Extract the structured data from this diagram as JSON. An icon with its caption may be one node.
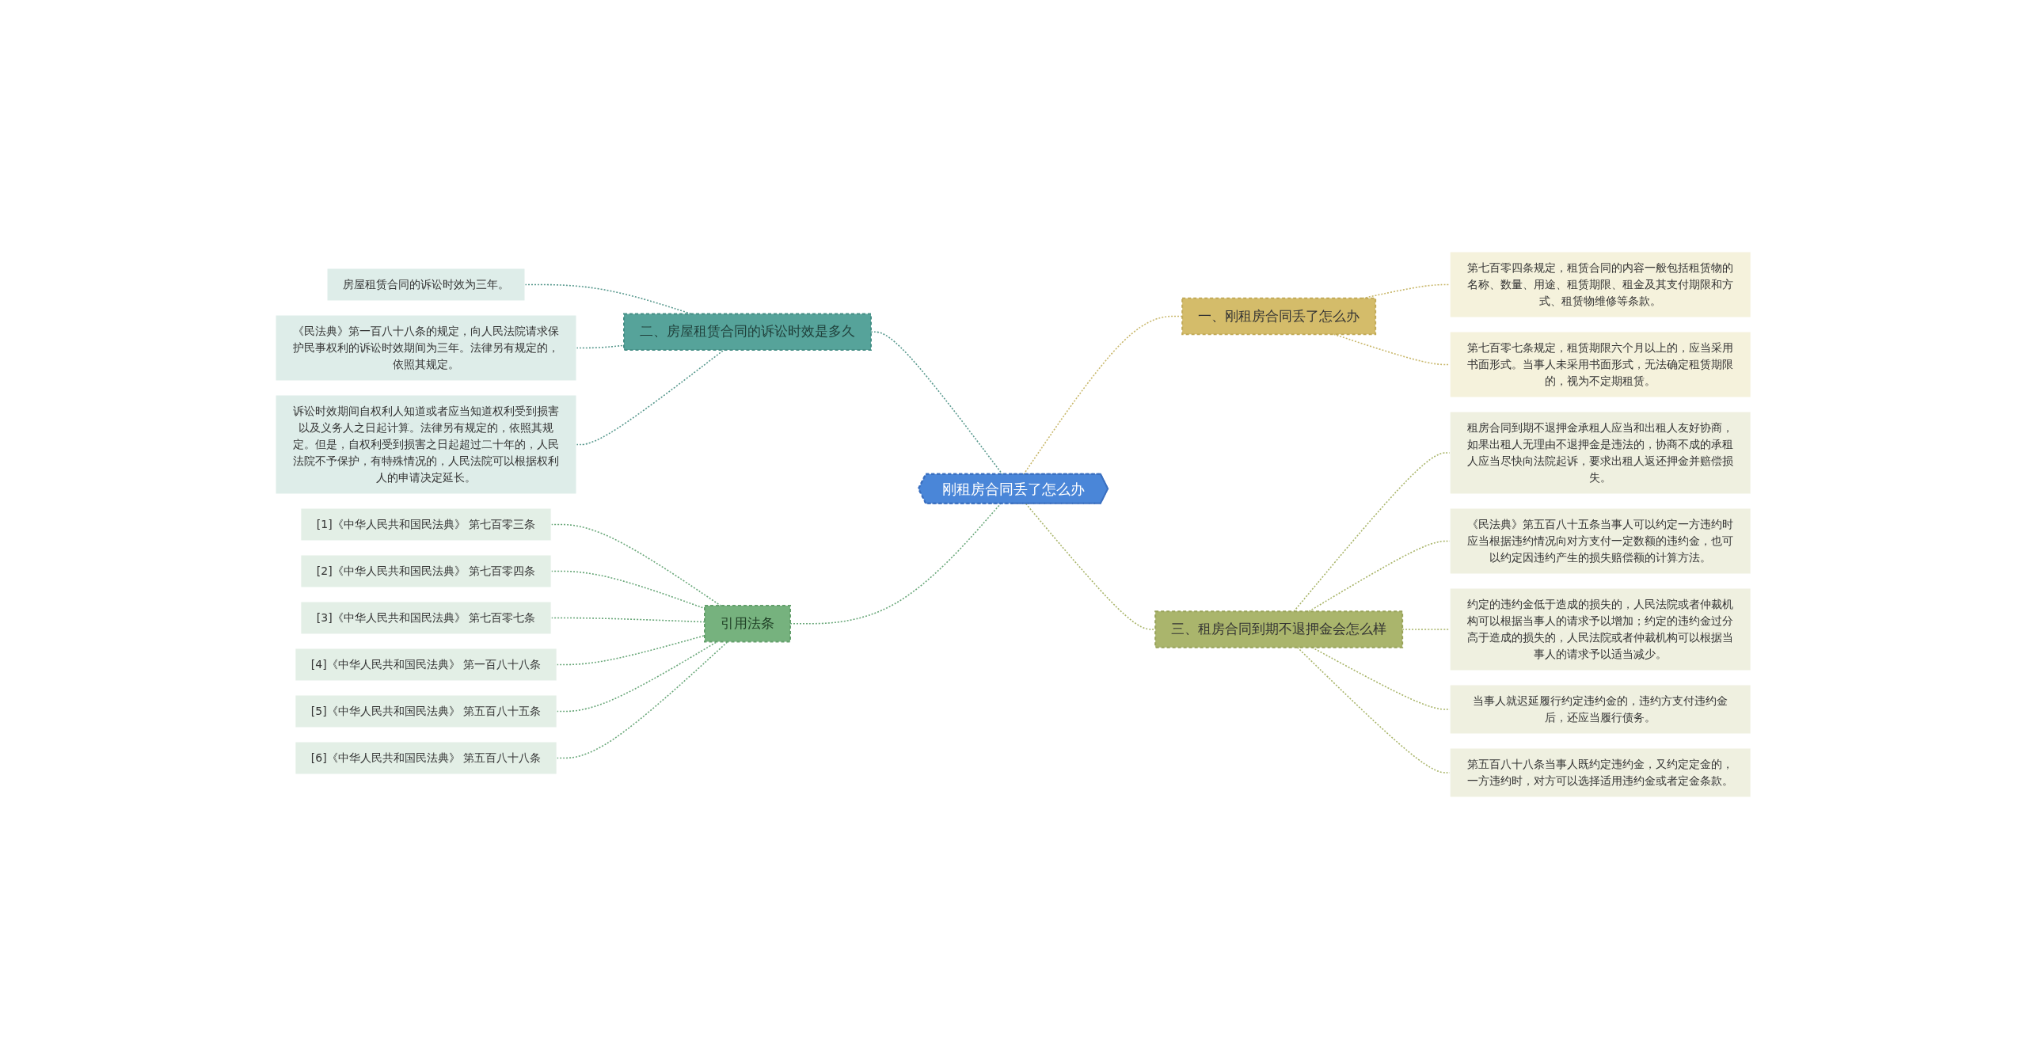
{
  "diagram": {
    "nodes": [
      {
        "text": [
          "刚租房合同丢了怎么办"
        ]
      },
      {
        "text": [
          "一、刚租房合同丢了怎么办"
        ]
      },
      {
        "text": [
          "第七百零四条规定，租赁合同的内容一般包括租赁物的名称、数量、用途、租赁期限、租金及其支付期限和方式、租赁物维修等条款。"
        ]
      },
      {
        "text": [
          "第七百零七条规定，租赁期限六个月以上的，应当采用书面形式。当事人未采用书面形式，无法确定租赁期限的，视为不定期租赁。"
        ]
      },
      {
        "text": [
          "二、房屋租赁合同的诉讼时效是多久"
        ]
      },
      {
        "text": [
          "房屋租赁合同的诉讼时效为三年。"
        ]
      },
      {
        "text": [
          "《民法典》第一百八十八条的规定，向人民法院请求保护民事权利的诉讼时效期间为三年。法律另有规定的，依照其规定。"
        ]
      },
      {
        "text": [
          "诉讼时效期间自权利人知道或者应当知道权利受到损害以及义务人之日起计算。法律另有规定的，依照其规定。但是，自权利受到损害之日起超过二十年的，人民法院不予保护，有特殊情况的，人民法院可以根据权利人的申请决定延长。"
        ]
      },
      {
        "text": [
          "三、租房合同到期不退押金会怎么样"
        ]
      },
      {
        "text": [
          "租房合同到期不退押金承租人应当和出租人友好协商，如果出租人无理由不退押金是违法的，协商不成的承租人应当尽快向法院起诉，要求出租人返还押金并赔偿损失。"
        ]
      },
      {
        "text": [
          "《民法典》第五百八十五条当事人可以约定一方违约时应当根据违约情况向对方支付一定数额的违约金，也可以约定因违约产生的损失赔偿额的计算方法。"
        ]
      },
      {
        "text": [
          "约定的违约金低于造成的损失的，人民法院或者仲裁机构可以根据当事人的请求予以增加；约定的违约金过分高于造成的损失的，人民法院或者仲裁机构可以根据当事人的请求予以适当减少。"
        ]
      },
      {
        "text": [
          "当事人就迟延履行约定违约金的，违约方支付违约金后，还应当履行债务。"
        ]
      },
      {
        "text": [
          "第五百八十八条当事人既约定违约金，又约定定金的，一方违约时，对方可以选择适用违约金或者定金条款。"
        ]
      },
      {
        "text": [
          "引用法条"
        ]
      },
      {
        "text": [
          "[1]《中华人民共和国民法典》 第七百零三条"
        ]
      },
      {
        "text": [
          "[2]《中华人民共和国民法典》 第七百零四条"
        ]
      },
      {
        "text": [
          "[3]《中华人民共和国民法典》 第七百零七条"
        ]
      },
      {
        "text": [
          "[4]《中华人民共和国民法典》 第一百八十八条"
        ]
      },
      {
        "text": [
          "[5]《中华人民共和国民法典》 第五百八十五条"
        ]
      },
      {
        "text": [
          "[6]《中华人民共和国民法典》 第五百八十八条"
        ]
      }
    ],
    "edges": [
      {
        "from": 0,
        "to": 1,
        "arrow": "none",
        "style": "dashed",
        "color": "#c9b86c"
      },
      {
        "from": 0,
        "to": 8,
        "arrow": "none",
        "style": "dashed",
        "color": "#a9b56a"
      },
      {
        "from": 4,
        "to": 0,
        "arrow": "none",
        "style": "dashed",
        "color": "#5a9a8f"
      },
      {
        "from": 14,
        "to": 0,
        "arrow": "none",
        "style": "dashed",
        "color": "#6aa87a"
      },
      {
        "from": 1,
        "to": 2,
        "arrow": "none",
        "style": "dashed",
        "color": "#c9b86c"
      },
      {
        "from": 1,
        "to": 3,
        "arrow": "none",
        "style": "dashed",
        "color": "#c9b86c"
      },
      {
        "from": 5,
        "to": 4,
        "arrow": "none",
        "style": "dashed",
        "color": "#5a9a8f"
      },
      {
        "from": 6,
        "to": 4,
        "arrow": "none",
        "style": "dashed",
        "color": "#5a9a8f"
      },
      {
        "from": 7,
        "to": 4,
        "arrow": "none",
        "style": "dashed",
        "color": "#5a9a8f"
      },
      {
        "from": 8,
        "to": 9,
        "arrow": "none",
        "style": "dashed",
        "color": "#a9b56a"
      },
      {
        "from": 8,
        "to": 10,
        "arrow": "none",
        "style": "dashed",
        "color": "#a9b56a"
      },
      {
        "from": 8,
        "to": 11,
        "arrow": "none",
        "style": "dashed",
        "color": "#a9b56a"
      },
      {
        "from": 8,
        "to": 12,
        "arrow": "none",
        "style": "dashed",
        "color": "#a9b56a"
      },
      {
        "from": 8,
        "to": 13,
        "arrow": "none",
        "style": "dashed",
        "color": "#a9b56a"
      },
      {
        "from": 15,
        "to": 14,
        "arrow": "none",
        "style": "dashed",
        "color": "#6aa87a"
      },
      {
        "from": 16,
        "to": 14,
        "arrow": "none",
        "style": "dashed",
        "color": "#6aa87a"
      },
      {
        "from": 17,
        "to": 14,
        "arrow": "none",
        "style": "dashed",
        "color": "#6aa87a"
      },
      {
        "from": 18,
        "to": 14,
        "arrow": "none",
        "style": "dashed",
        "color": "#6aa87a"
      },
      {
        "from": 19,
        "to": 14,
        "arrow": "none",
        "style": "dashed",
        "color": "#6aa87a"
      },
      {
        "from": 20,
        "to": 14,
        "arrow": "none",
        "style": "dashed",
        "color": "#6aa87a"
      }
    ]
  }
}
